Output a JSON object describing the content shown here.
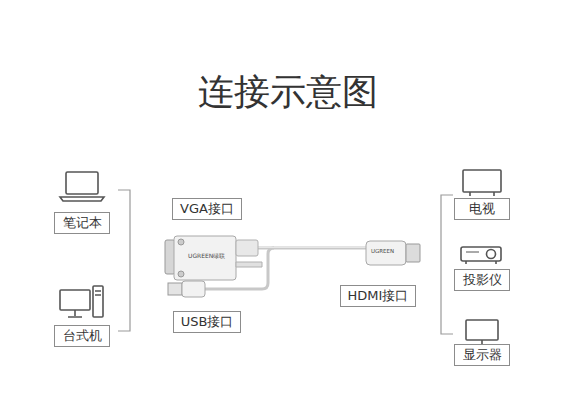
{
  "diagram": {
    "title": "连接示意图",
    "nodes": [
      {
        "text": [
          "笔记本"
        ]
      },
      {
        "text": [
          "台式机"
        ]
      },
      {
        "text": [
          "VGA接口"
        ]
      },
      {
        "text": [
          "USB接口"
        ]
      },
      {
        "text": [
          "HDMI接口"
        ]
      },
      {
        "text": [
          "电视"
        ]
      },
      {
        "text": [
          "投影仪"
        ]
      },
      {
        "text": [
          "显示器"
        ]
      }
    ],
    "labels": [
      "UGREEN绿联",
      "UGREEN"
    ]
  }
}
